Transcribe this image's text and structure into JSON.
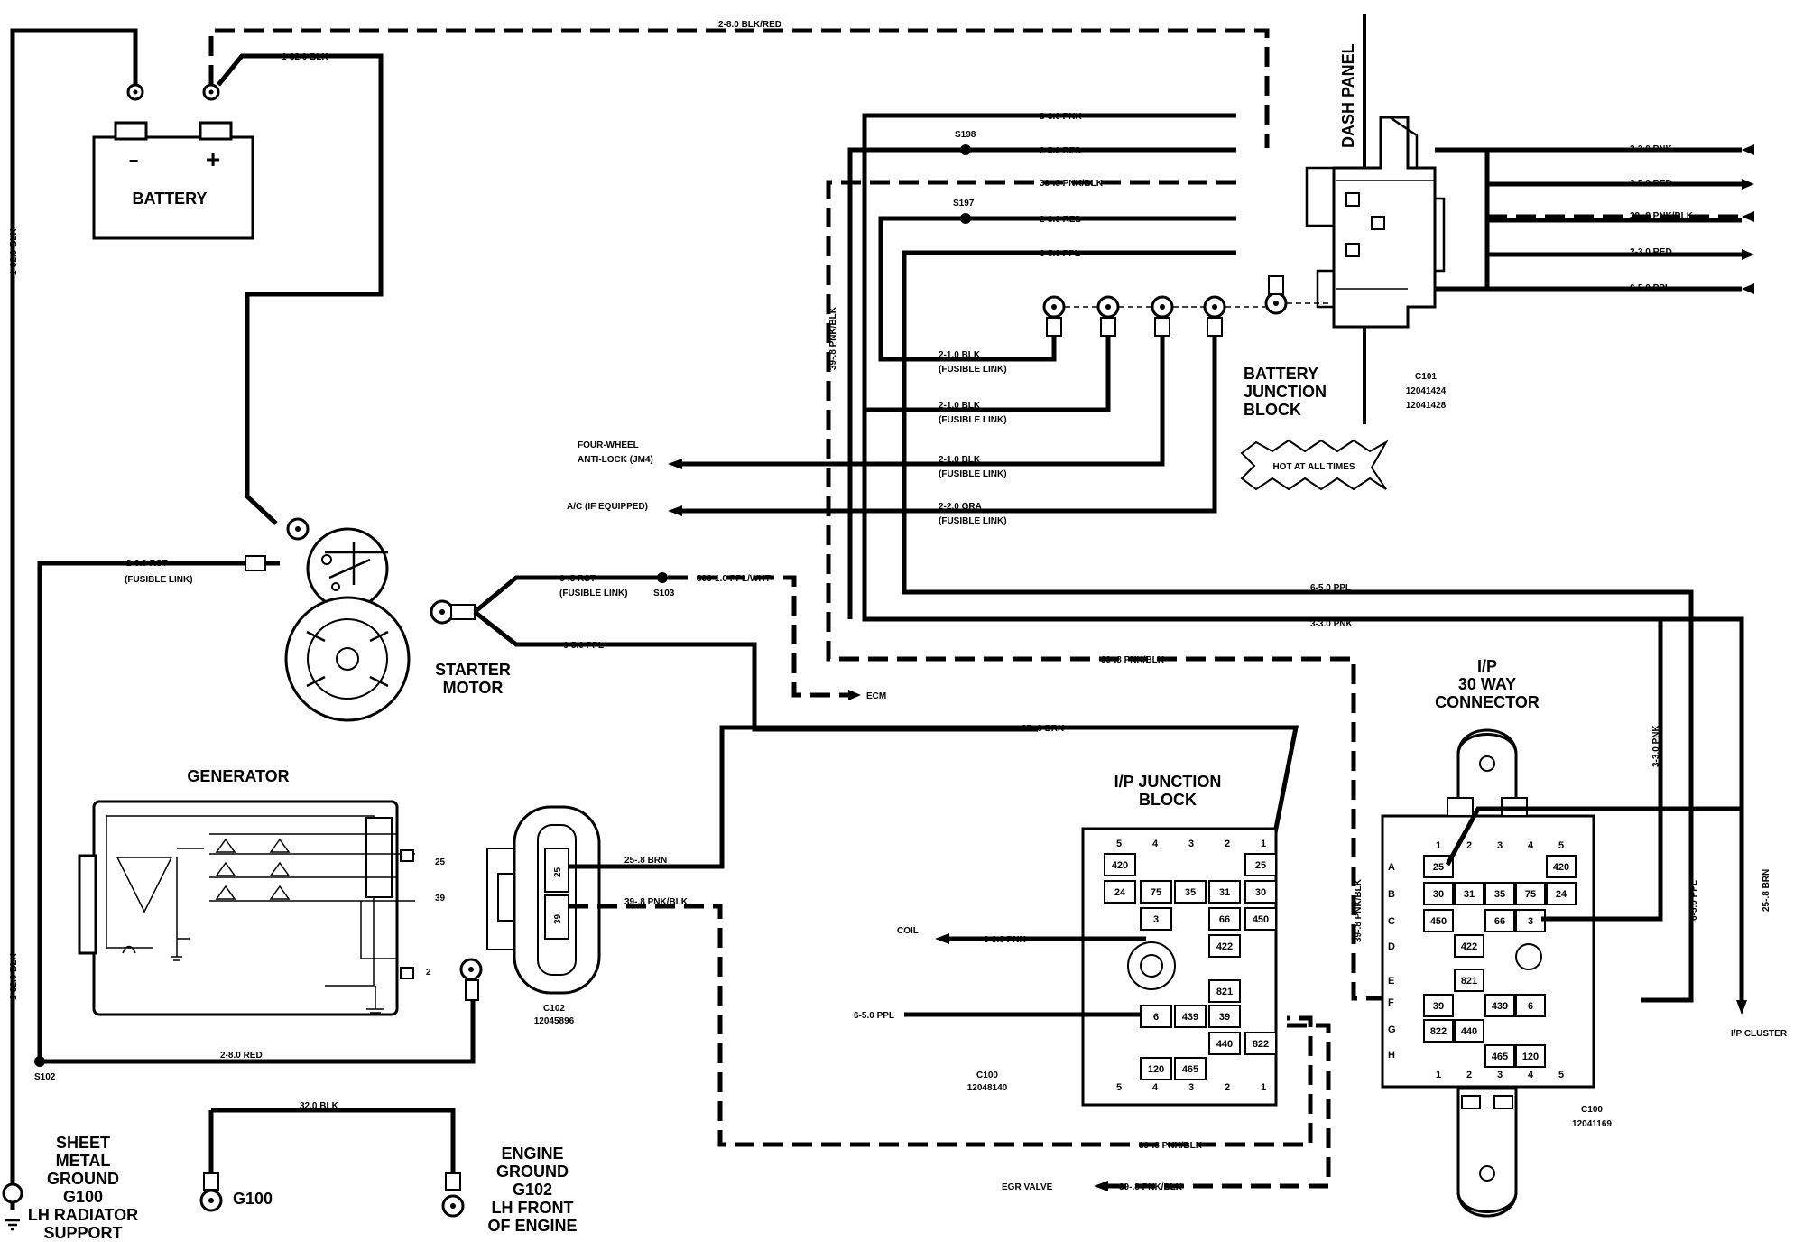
{
  "components": {
    "battery": "BATTERY",
    "battery_neg": "−",
    "battery_pos": "+",
    "starter": [
      "STARTER",
      "MOTOR"
    ],
    "generator": "GENERATOR",
    "dash_panel": "DASH PANEL",
    "battery_junction_block": [
      "BATTERY",
      "JUNCTION",
      "BLOCK"
    ],
    "hot_at_all_times": "HOT AT ALL TIMES",
    "ip_junction_block": [
      "I/P JUNCTION",
      "BLOCK"
    ],
    "ip_30_way": [
      "I/P",
      "30 WAY",
      "CONNECTOR"
    ],
    "sheet_metal_ground": [
      "SHEET",
      "METAL",
      "GROUND",
      "G100",
      "LH RADIATOR",
      "SUPPORT"
    ],
    "g100": "G100",
    "engine_ground": [
      "ENGINE",
      "GROUND",
      "G102",
      "LH FRONT",
      "OF ENGINE"
    ]
  },
  "connectors": {
    "c101": [
      "C101",
      "12041424",
      "12041428"
    ],
    "c102": [
      "C102",
      "12045896"
    ],
    "c100_jb": [
      "C100",
      "12048140"
    ],
    "c100_ip": [
      "C100",
      "12041169"
    ]
  },
  "splices": {
    "s198": "S198",
    "s197": "S197",
    "s103": "S103",
    "s102": "S102"
  },
  "wires": {
    "w_2_8_blkred": "2-8.0 BLK/RED",
    "w_1_32_blk_top": "1-32.0 BLK",
    "w_1_32_blk_left_top": "1-32.0 BLK",
    "w_1_32_blk_left_bot": "1-32.0 BLK",
    "w_3_3_pnk_top": "3-3.0 PNK",
    "w_2_5_red_top": "2-5.0 RED",
    "w_39_pnkblk_top": "39-.8 PNK/BLK",
    "w_2_3_red_top": "2-3.0 RED",
    "w_6_5_ppl_top": "6-5.0 PPL",
    "w_39_vert": "39-.8 PNK/BLK",
    "r_3_3_pnk": "3-3.0 PNK",
    "r_2_5_red": "2-5.0 RED",
    "r_39_pnkblk": "39-.8 PNK/BLK",
    "r_2_3_red": "2-3.0 RED",
    "r_6_5_ppl": "6-5.0 PPL",
    "fl1": "2-1.0 BLK",
    "fl2": "2-1.0 BLK",
    "fl3": "2-1.0 BLK",
    "fl4": "2-2.0 GRA",
    "fusible": "(FUSIBLE LINK)",
    "four_wheel": [
      "FOUR-WHEEL",
      "ANTI-LOCK (JM4)"
    ],
    "ac": "A/C (IF EQUIPPED)",
    "w_2_3_rst": "2-3.0 RST",
    "w_6_5_rst": "6-.5 RST",
    "w_806": "806-1.0 PPL/WHT",
    "w_6_5_ppl_starter": "6-5.0 PPL",
    "ecm": "ECM",
    "w_6_5_ppl_mid": "6-5.0 PPL",
    "w_3_3_pnk_mid": "3-3.0 PNK",
    "w_39_mid": "39-.8 PNK/BLK",
    "w_25_brn_top": "25-.8 BRN",
    "w_25_brn_c102": "25-.8 BRN",
    "w_39_c102": "39-.8 PNK/BLK",
    "coil": "COIL",
    "w_3_3_pnk_coil": "3-3.0 PNK",
    "w_6_5_ppl_jb": "6-5.0 PPL",
    "w_2_8_red": "2-8.0 RED",
    "w_32_blk": "32.0 BLK",
    "w_39_bot": "39-.8 PNK/BLK",
    "egr": "EGR VALVE",
    "w_39_egr": "39-.8 PNK/BLK",
    "w_39_vert_right": "39-.8 PNK/BLK",
    "w_3_3_pnk_vert": "3-3.0 PNK",
    "w_6_5_ppl_vert": "6-5.0 PPL",
    "w_25_brn_vert": "25-.8 BRN",
    "ip_cluster": "I/P CLUSTER",
    "gen_25": "25",
    "gen_39": "39",
    "gen_2": "2",
    "c102_25": "25",
    "c102_39": "39"
  },
  "ip_junction_block": {
    "cols": [
      "5",
      "4",
      "3",
      "2",
      "1"
    ],
    "cells": [
      "420",
      "25",
      "24",
      "75",
      "35",
      "31",
      "30",
      "3",
      "66",
      "450",
      "422",
      "821",
      "6",
      "439",
      "39",
      "440",
      "822",
      "120",
      "465"
    ]
  },
  "ip_30_way": {
    "cols": [
      "1",
      "2",
      "3",
      "4",
      "5"
    ],
    "rows": [
      "A",
      "B",
      "C",
      "D",
      "E",
      "F",
      "G",
      "H"
    ],
    "cells": [
      "25",
      "420",
      "30",
      "31",
      "35",
      "75",
      "24",
      "450",
      "66",
      "3",
      "422",
      "821",
      "39",
      "439",
      "6",
      "822",
      "440",
      "465",
      "120"
    ]
  }
}
